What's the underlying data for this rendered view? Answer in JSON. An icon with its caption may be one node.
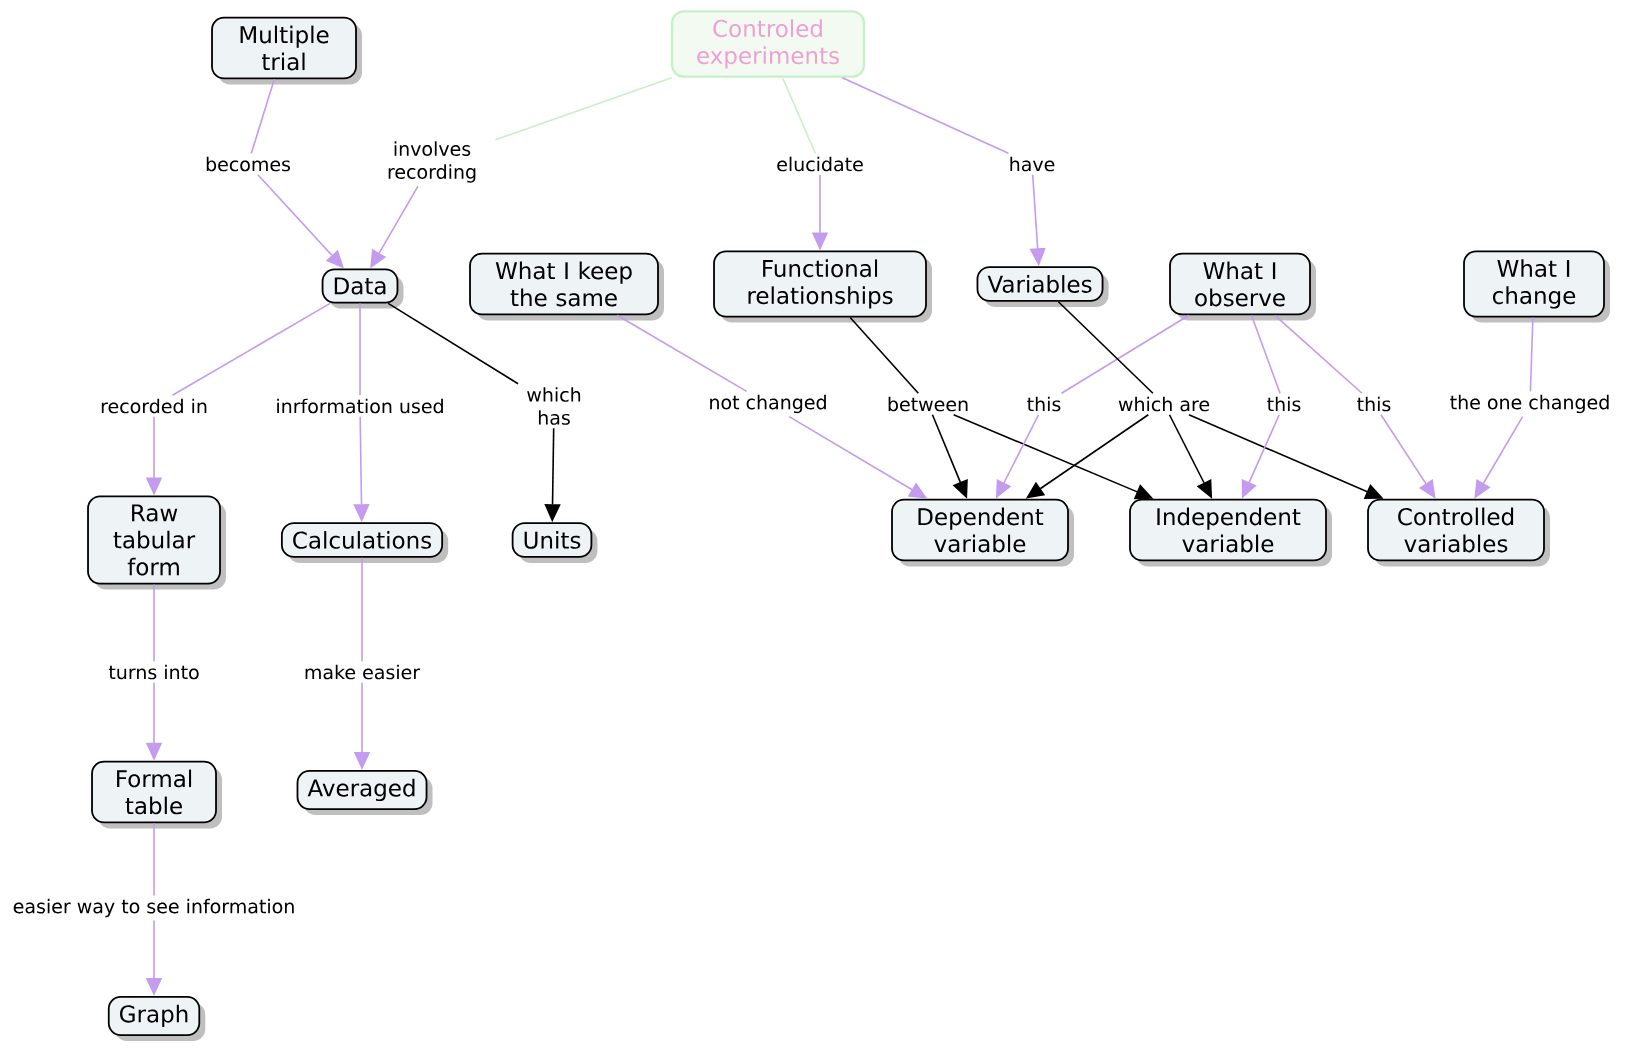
{
  "diagram": {
    "nodes": [
      {
        "text": [
          "Multiple trial"
        ]
      },
      {
        "text": [
          "Controled experiments"
        ]
      },
      {
        "text": [
          "Data"
        ]
      },
      {
        "text": [
          "What I keep the same"
        ]
      },
      {
        "text": [
          "Functional relationships"
        ]
      },
      {
        "text": [
          "Variables"
        ]
      },
      {
        "text": [
          "What I observe"
        ]
      },
      {
        "text": [
          "What I change"
        ]
      },
      {
        "text": [
          "Raw tabular form"
        ]
      },
      {
        "text": [
          "Calculations"
        ]
      },
      {
        "text": [
          "Units"
        ]
      },
      {
        "text": [
          "Dependent variable"
        ]
      },
      {
        "text": [
          "Independent variable"
        ]
      },
      {
        "text": [
          "Controlled variables"
        ]
      },
      {
        "text": [
          "Formal table"
        ]
      },
      {
        "text": [
          "Averaged"
        ]
      },
      {
        "text": [
          "Graph"
        ]
      },
      {
        "text": [
          "becomes"
        ]
      },
      {
        "text": [
          "involves recording"
        ]
      },
      {
        "text": [
          "elucidate"
        ]
      },
      {
        "text": [
          "have"
        ]
      },
      {
        "text": [
          "recorded in"
        ]
      },
      {
        "text": [
          "inrformation used"
        ]
      },
      {
        "text": [
          "which has"
        ]
      },
      {
        "text": [
          "not changed"
        ]
      },
      {
        "text": [
          "between"
        ]
      },
      {
        "text": [
          "this"
        ]
      },
      {
        "text": [
          "which are"
        ]
      },
      {
        "text": [
          "this"
        ]
      },
      {
        "text": [
          "this"
        ]
      },
      {
        "text": [
          "the one changed"
        ]
      },
      {
        "text": [
          "turns into"
        ]
      },
      {
        "text": [
          "make easier"
        ]
      },
      {
        "text": [
          "easier way to see information"
        ]
      }
    ],
    "edges": [
      {
        "from": 0,
        "to": 17,
        "arrow": "none"
      },
      {
        "from": 17,
        "to": 2,
        "arrow": "to"
      },
      {
        "from": 1,
        "to": 18,
        "arrow": "none",
        "color": "#c8f0c8"
      },
      {
        "from": 18,
        "to": 2,
        "arrow": "to"
      },
      {
        "from": 1,
        "to": 19,
        "arrow": "none",
        "color": "#c8f0c8"
      },
      {
        "from": 19,
        "to": 4,
        "arrow": "to"
      },
      {
        "from": 1,
        "to": 20,
        "arrow": "none"
      },
      {
        "from": 20,
        "to": 5,
        "arrow": "to"
      },
      {
        "from": 2,
        "to": 21,
        "arrow": "none"
      },
      {
        "from": 21,
        "to": 8,
        "arrow": "to"
      },
      {
        "from": 2,
        "to": 22,
        "arrow": "none"
      },
      {
        "from": 22,
        "to": 9,
        "arrow": "to"
      },
      {
        "from": 2,
        "to": 23,
        "arrow": "none",
        "color": "#000000"
      },
      {
        "from": 23,
        "to": 10,
        "arrow": "to",
        "color": "#000000"
      },
      {
        "from": 3,
        "to": 24,
        "arrow": "none"
      },
      {
        "from": 24,
        "to": 11,
        "arrow": "to"
      },
      {
        "from": 4,
        "to": 25,
        "arrow": "none",
        "color": "#000000"
      },
      {
        "from": 25,
        "to": 11,
        "arrow": "to",
        "color": "#000000"
      },
      {
        "from": 25,
        "to": 12,
        "arrow": "to",
        "color": "#000000"
      },
      {
        "from": 6,
        "to": 26,
        "arrow": "none"
      },
      {
        "from": 26,
        "to": 11,
        "arrow": "to"
      },
      {
        "from": 5,
        "to": 27,
        "arrow": "none",
        "color": "#000000"
      },
      {
        "from": 27,
        "to": 11,
        "arrow": "to",
        "color": "#000000"
      },
      {
        "from": 27,
        "to": 12,
        "arrow": "to",
        "color": "#000000"
      },
      {
        "from": 27,
        "to": 13,
        "arrow": "to",
        "color": "#000000"
      },
      {
        "from": 6,
        "to": 28,
        "arrow": "none"
      },
      {
        "from": 28,
        "to": 12,
        "arrow": "to"
      },
      {
        "from": 6,
        "to": 29,
        "arrow": "none"
      },
      {
        "from": 29,
        "to": 13,
        "arrow": "to"
      },
      {
        "from": 7,
        "to": 30,
        "arrow": "none"
      },
      {
        "from": 30,
        "to": 13,
        "arrow": "to"
      },
      {
        "from": 8,
        "to": 31,
        "arrow": "none"
      },
      {
        "from": 31,
        "to": 14,
        "arrow": "to"
      },
      {
        "from": 9,
        "to": 32,
        "arrow": "none"
      },
      {
        "from": 32,
        "to": 15,
        "arrow": "to"
      },
      {
        "from": 14,
        "to": 33,
        "arrow": "none"
      },
      {
        "from": 33,
        "to": 16,
        "arrow": "to"
      }
    ]
  }
}
